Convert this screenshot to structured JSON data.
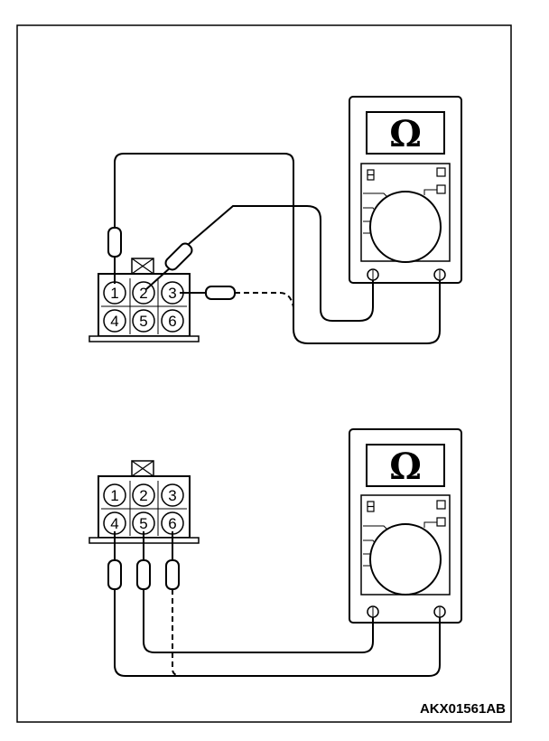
{
  "figure_code": "AKX01561AB",
  "meter_unit_symbol": "Ω",
  "connector_pins": [
    "1",
    "2",
    "3",
    "4",
    "5",
    "6"
  ],
  "colors": {
    "ink": "#000000",
    "paper": "#ffffff"
  }
}
